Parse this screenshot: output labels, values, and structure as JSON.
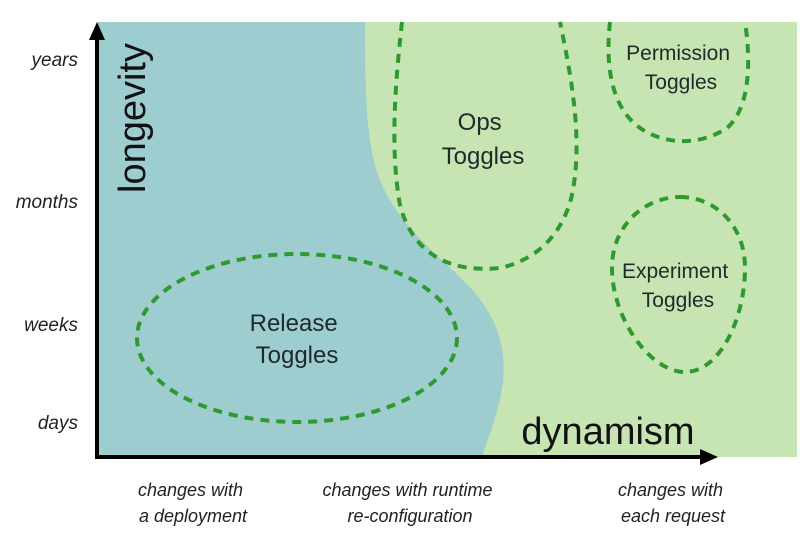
{
  "axes": {
    "y_title": "longevity",
    "x_title": "dynamism",
    "y_ticks": [
      "years",
      "months",
      "weeks",
      "days"
    ],
    "x_categories": [
      [
        "changes with",
        "a deployment"
      ],
      [
        "changes with runtime",
        "re-configuration"
      ],
      [
        "changes with",
        "each request"
      ]
    ]
  },
  "zones": {
    "release": [
      "Release",
      "Toggles"
    ],
    "ops": [
      "Ops",
      "Toggles"
    ],
    "permission": [
      "Permission",
      "Toggles"
    ],
    "experiment": [
      "Experiment",
      "Toggles"
    ]
  },
  "colors": {
    "static_region": "#9dcdcf",
    "dynamic_region": "#c7e5b3",
    "dashed_outline": "#2e9a2e",
    "axis": "#000000"
  }
}
